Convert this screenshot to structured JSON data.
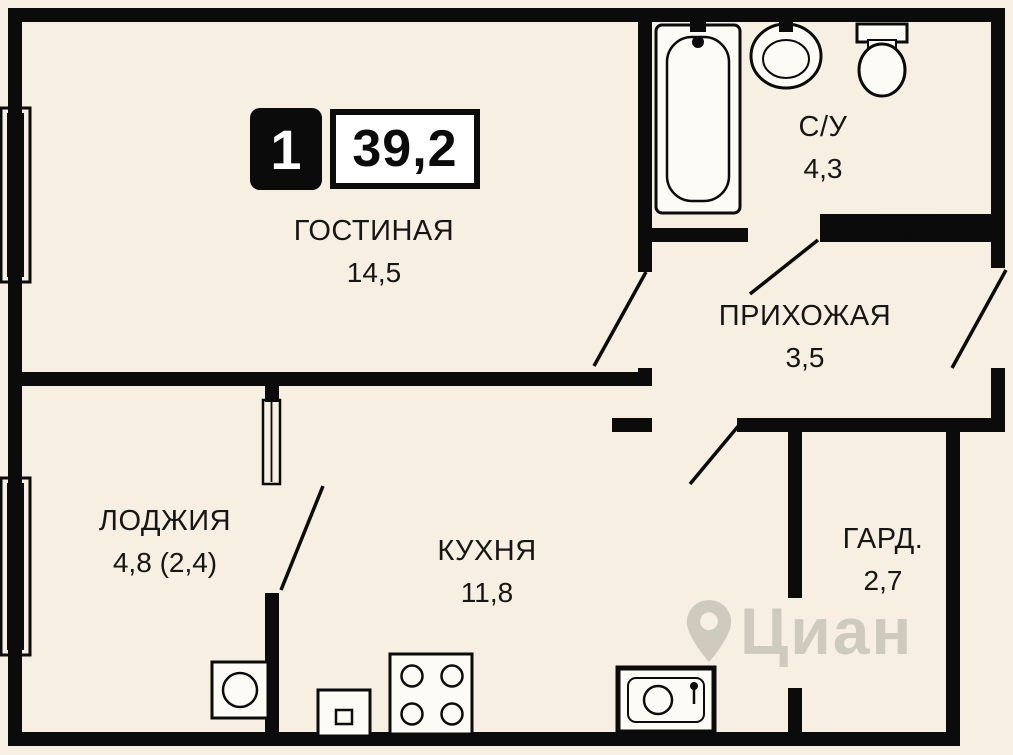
{
  "colors": {
    "background": "#f6efe2",
    "wall": "#0b0b0b",
    "text": "#161616",
    "watermark": "#7d7d75"
  },
  "badge": {
    "rooms_count": "1",
    "total_area": "39,2"
  },
  "rooms": {
    "living": {
      "name": "ГОСТИНАЯ",
      "area": "14,5"
    },
    "bathroom": {
      "name": "С/У",
      "area": "4,3"
    },
    "hallway": {
      "name": "ПРИХОЖАЯ",
      "area": "3,5"
    },
    "loggia": {
      "name": "ЛОДЖИЯ",
      "area": "4,8 (2,4)"
    },
    "kitchen": {
      "name": "КУХНЯ",
      "area": "11,8"
    },
    "wardrobe": {
      "name": "ГАРД.",
      "area": "2,7"
    }
  },
  "watermark": {
    "text": "Циан"
  },
  "icons": [
    "bathtub-icon",
    "washbasin-icon",
    "toilet-icon",
    "vent-duct-icon",
    "stove-icon",
    "oven-icon",
    "kitchen-sink-icon",
    "washing-machine-icon",
    "window-icon",
    "door-swing-icon",
    "cian-pin-icon"
  ]
}
